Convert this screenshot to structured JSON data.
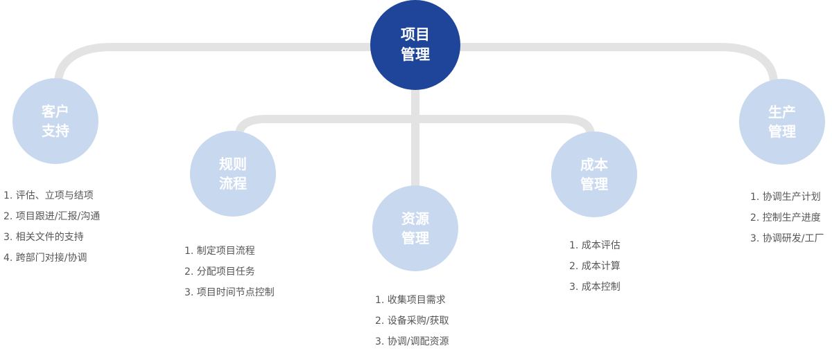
{
  "center": {
    "line1": "项目",
    "line2": "管理",
    "color": "#1e459a"
  },
  "nodes": [
    {
      "line1": "客户",
      "line2": "支持",
      "items": [
        "1. 评估、立项与结项",
        "2. 项目跟进/汇报/沟通",
        "3. 相关文件的支持",
        "4. 跨部门对接/协调"
      ]
    },
    {
      "line1": "规则",
      "line2": "流程",
      "items": [
        "1. 制定项目流程",
        "2. 分配项目任务",
        "3. 项目时间节点控制"
      ]
    },
    {
      "line1": "资源",
      "line2": "管理",
      "items": [
        "1. 收集项目需求",
        "2. 设备采购/获取",
        "3. 协调/调配资源"
      ]
    },
    {
      "line1": "成本",
      "line2": "管理",
      "items": [
        "1. 成本评估",
        "2. 成本计算",
        "3. 成本控制"
      ]
    },
    {
      "line1": "生产",
      "line2": "管理",
      "items": [
        "1. 协调生产计划",
        "2. 控制生产进度",
        "3. 协调研发/工厂"
      ]
    }
  ],
  "colors": {
    "node": "#c8d8ef",
    "connector": "#e3e3e3",
    "text": "#555555"
  }
}
